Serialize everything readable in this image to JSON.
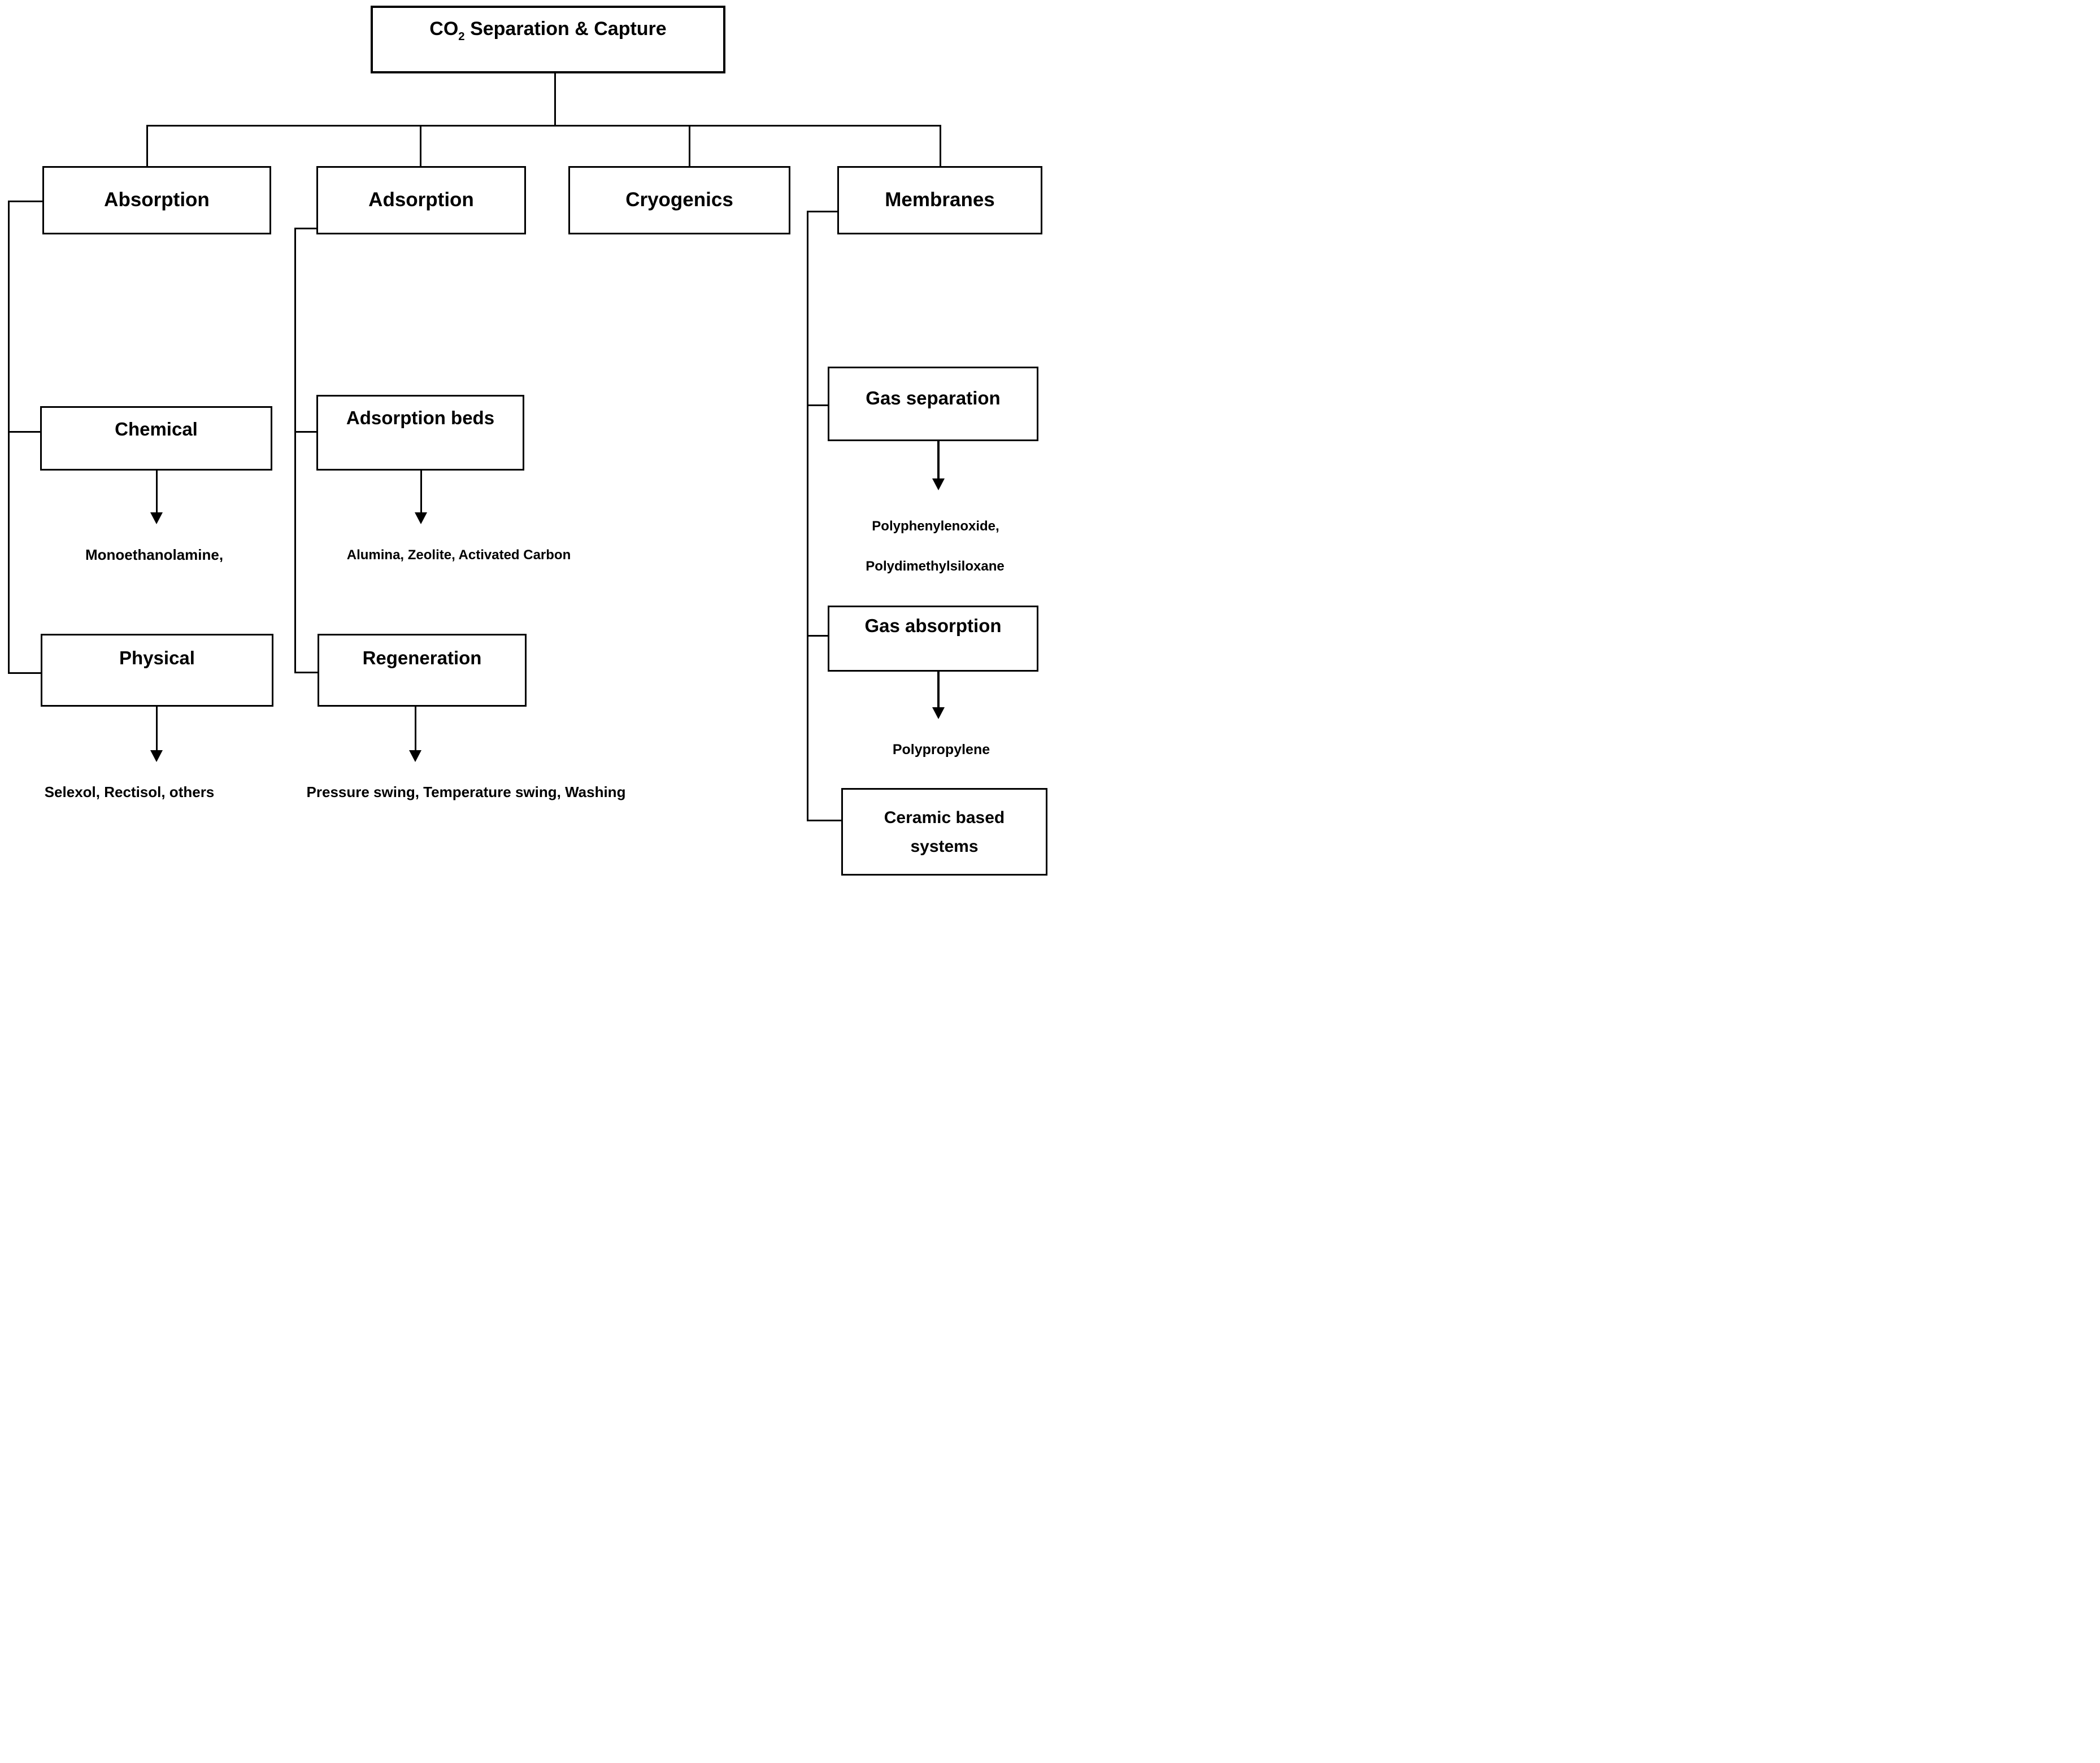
{
  "diagram_title": "CO2 Separation & Capture flowchart",
  "colors": {
    "background": "#ffffff",
    "line": "#000000",
    "text": "#000000",
    "box_fill": "#ffffff"
  },
  "tree": {
    "root_title": {
      "pre": "CO",
      "sub": "2",
      "post": " Separation & Capture"
    },
    "children": [
      {
        "label": "Absorption",
        "children": [
          {
            "label": "Chemical",
            "examples": [
              "Monoethanolamine,"
            ]
          },
          {
            "label": "Physical",
            "examples": [
              "Selexol, Rectisol, others"
            ]
          }
        ]
      },
      {
        "label": "Adsorption",
        "children": [
          {
            "label": "Adsorption beds",
            "examples": [
              "Alumina, Zeolite, Activated Carbon"
            ]
          },
          {
            "label": "Regeneration",
            "examples": [
              "Pressure swing, Temperature swing, Washing"
            ]
          }
        ]
      },
      {
        "label": "Cryogenics",
        "children": []
      },
      {
        "label": "Membranes",
        "children": [
          {
            "label": "Gas separation",
            "examples": [
              "Polyphenylenoxide,",
              "Polydimethylsiloxane"
            ]
          },
          {
            "label": "Gas absorption",
            "examples": [
              "Polypropylene"
            ]
          },
          {
            "label": "Ceramic based systems",
            "label_lines": [
              "Ceramic based",
              "systems"
            ],
            "examples": []
          }
        ]
      }
    ]
  }
}
